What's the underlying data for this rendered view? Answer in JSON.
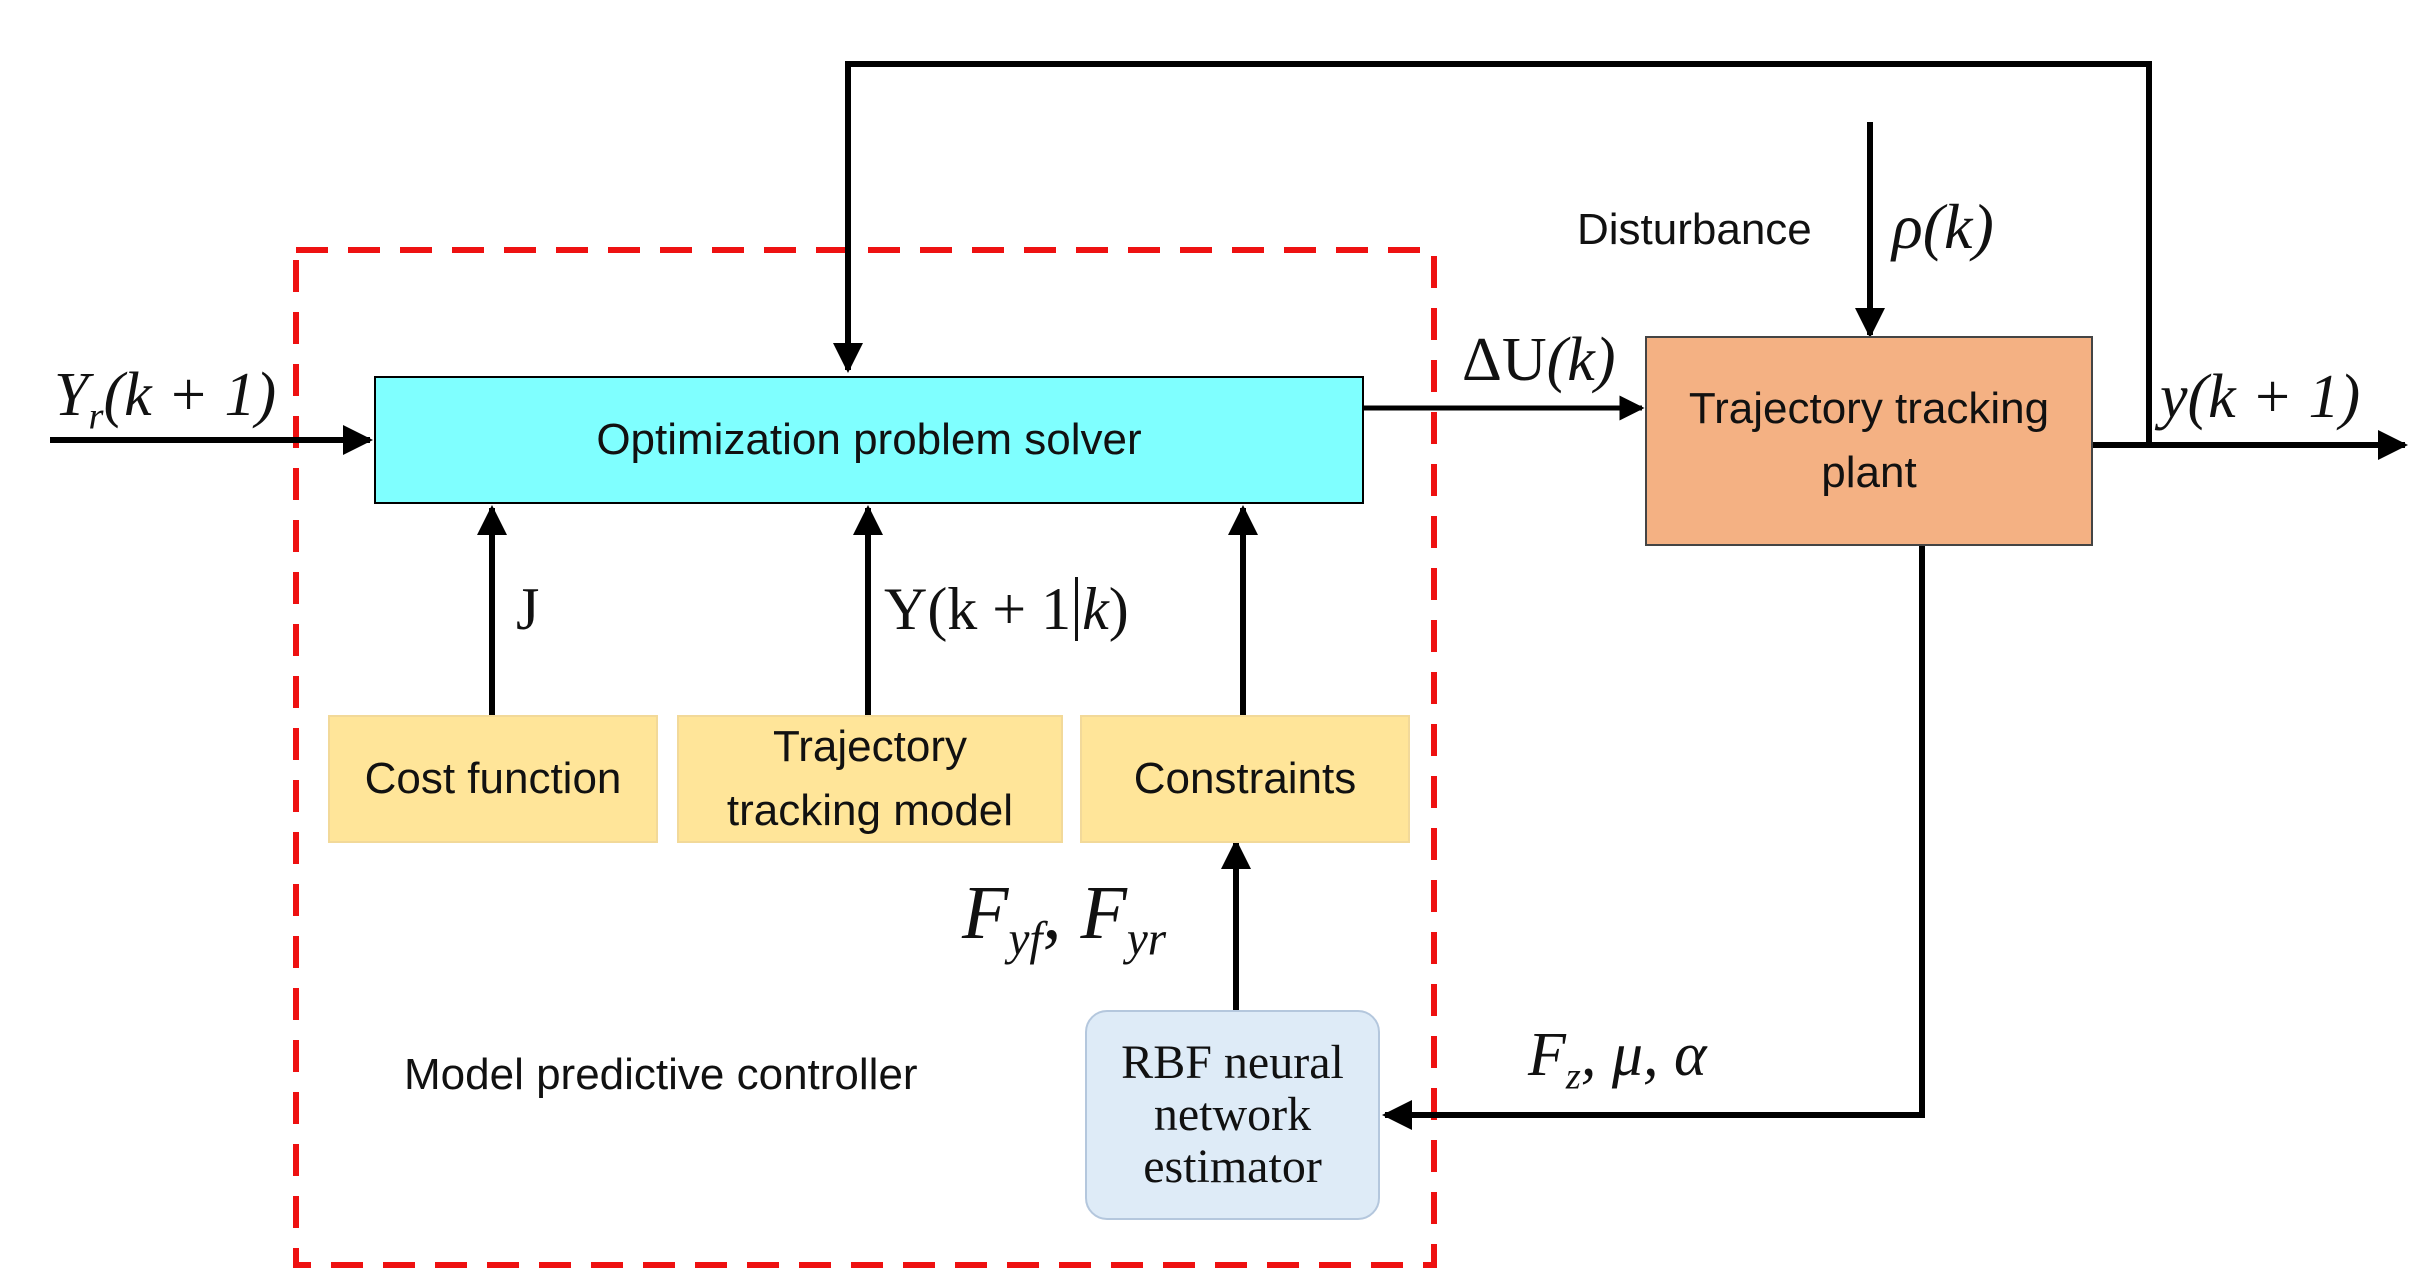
{
  "blocks": {
    "solver": "Optimization problem solver",
    "cost": "Cost function",
    "model_line1": "Trajectory",
    "model_line2": "tracking model",
    "constraints": "Constraints",
    "plant_line1": "Trajectory tracking",
    "plant_line2": "plant",
    "rbf_line1": "RBF neural",
    "rbf_line2": "network",
    "rbf_line3": "estimator",
    "controller": "Model predictive controller"
  },
  "signals": {
    "disturbance": "Disturbance",
    "rho_sym": "ρ",
    "rho_arg": "(k)",
    "delta_sym": "ΔU",
    "delta_arg": "(k)",
    "yr_sym": "Y",
    "yr_sub": "r",
    "yr_arg": "(k + 1)",
    "y_out": "y(k + 1)",
    "J": "J",
    "pred_main": "Y(k + 1",
    "pred_k": "k",
    "pred_close": ")",
    "fy_f": "F",
    "fy_f_sub": "yf",
    "fy_sep": ", ",
    "fy_r": "F",
    "fy_r_sub": "yr",
    "fz": "F",
    "fz_sub": "z",
    "fz_rest": ", μ, α"
  },
  "colors": {
    "solver": "#7fffff",
    "yellow_blocks": "#ffe599",
    "plant": "#f4b183",
    "rbf": "#deebf7",
    "controller_border": "#ee1111",
    "line": "#000000"
  }
}
